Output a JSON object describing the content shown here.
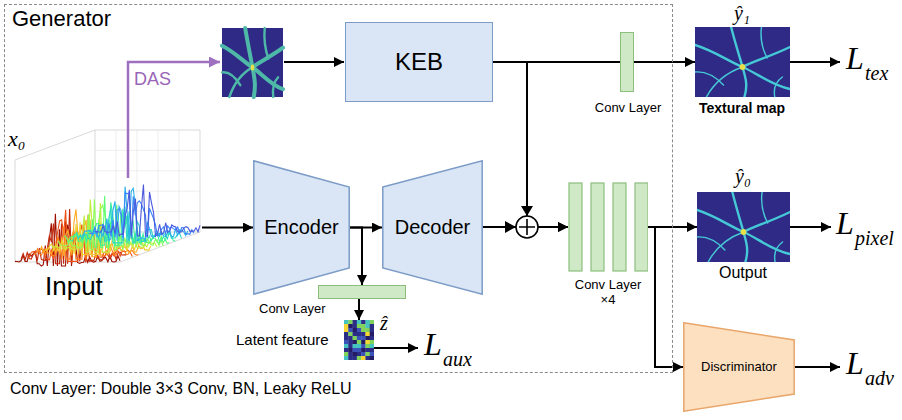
{
  "diagram": {
    "nodes": [
      {
        "text": [
          "Generator"
        ]
      },
      {
        "text": [
          "x₀",
          "Input"
        ],
        "in": 0
      },
      {
        "text": [
          "KEB"
        ],
        "in": 0
      },
      {
        "text": [
          "Conv Layer"
        ],
        "in": 0
      },
      {
        "text": [
          "Encoder"
        ],
        "in": 0
      },
      {
        "text": [
          "Decoder"
        ],
        "in": 0
      },
      {
        "text": [
          "Conv Layer"
        ],
        "in": 0
      },
      {
        "text": [
          "ẑ",
          "Latent feature"
        ],
        "in": 0
      },
      {
        "text": [
          "Conv Layer ×4"
        ],
        "in": 0
      },
      {
        "text": [
          "ŷ₁",
          "Textural map"
        ]
      },
      {
        "text": [
          "ŷ₀",
          "Output"
        ]
      },
      {
        "text": [
          "Discriminator"
        ]
      }
    ],
    "edges": [
      {
        "from": 2,
        "to": 3,
        "arrow": "none"
      },
      {
        "from": 3,
        "to": 9,
        "arrow": "to"
      },
      {
        "from": 1,
        "to": 4,
        "arrow": "to"
      },
      {
        "from": 4,
        "to": 5,
        "arrow": "to"
      },
      {
        "from": 4,
        "to": 6,
        "arrow": "to"
      },
      {
        "from": 6,
        "to": 7,
        "arrow": "to"
      },
      {
        "from": 5,
        "to": 8,
        "arrow": "to"
      },
      {
        "from": 2,
        "to": 8,
        "arrow": "to"
      },
      {
        "from": 8,
        "to": 10,
        "arrow": "to"
      },
      {
        "from": 8,
        "to": 11,
        "arrow": "to"
      }
    ],
    "labels": [
      "DAS",
      "L",
      "tex",
      "L",
      "pixel",
      "L",
      "aux",
      "L",
      "adv",
      "Conv Layer: Double 3×3 Conv, BN, Leaky ReLU"
    ]
  }
}
